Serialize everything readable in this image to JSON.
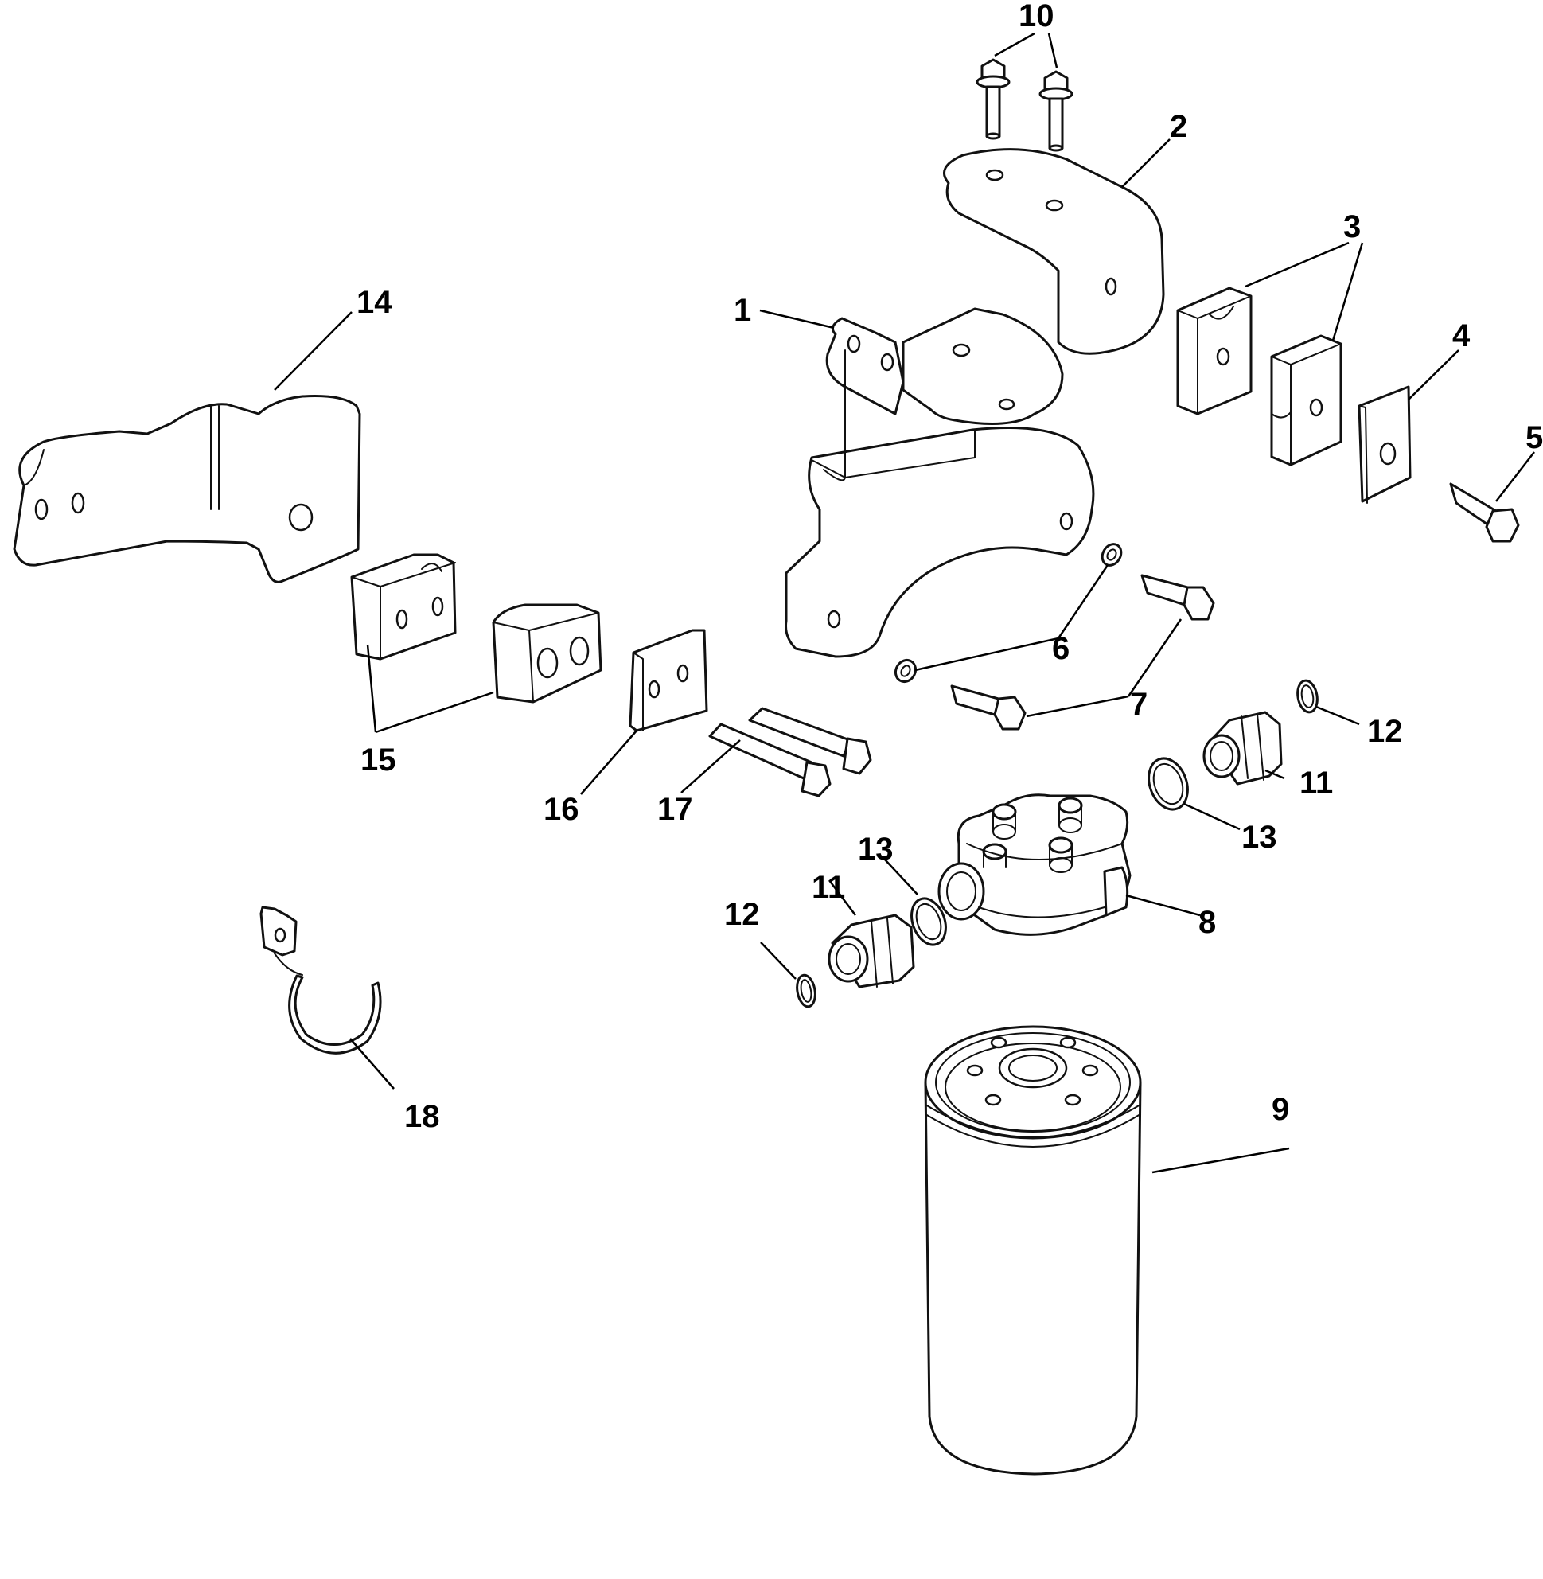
{
  "callouts": [
    "1",
    "2",
    "3",
    "4",
    "5",
    "6",
    "7",
    "8",
    "9",
    "10",
    "11",
    "12",
    "13",
    "14",
    "15",
    "16",
    "17",
    "18"
  ]
}
